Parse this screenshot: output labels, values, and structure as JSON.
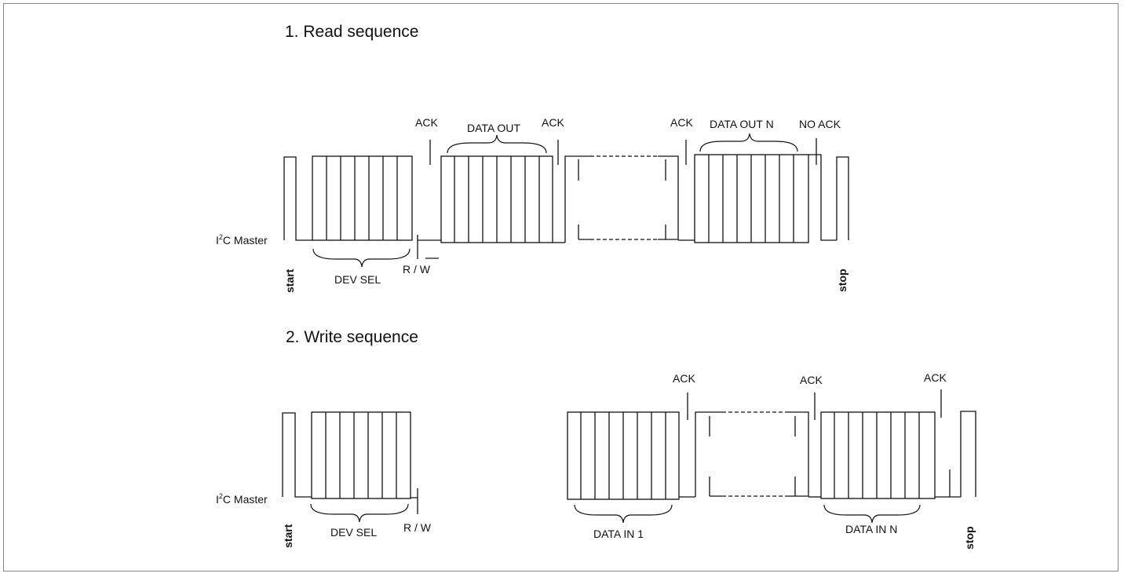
{
  "read_sequence": {
    "title": "1. Read sequence",
    "master_label_prefix": "I",
    "master_label_sup": "2",
    "master_label_suffix": "C Master",
    "start_label": "start",
    "stop_label": "stop",
    "dev_sel_label": "DEV SEL",
    "rw_label": "R / W",
    "ack_labels": [
      "ACK",
      "ACK",
      "ACK"
    ],
    "data_out_label": "DATA OUT",
    "data_out_n_label": "DATA OUT N",
    "no_ack_label": "NO ACK"
  },
  "write_sequence": {
    "title": "2. Write sequence",
    "master_label_prefix": "I",
    "master_label_sup": "2",
    "master_label_suffix": "C Master",
    "start_label": "start",
    "stop_label": "stop",
    "dev_sel_label": "DEV SEL",
    "rw_label": "R / W",
    "ack_labels": [
      "ACK",
      "ACK",
      "ACK"
    ],
    "data_in_1_label": "DATA IN 1",
    "data_in_n_label": "DATA IN N"
  }
}
